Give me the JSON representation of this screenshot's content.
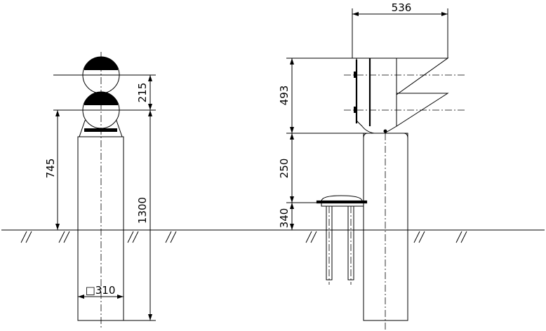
{
  "dimensions": {
    "width_top": "536",
    "height_signal": "493",
    "height_pole_gap": "250",
    "height_base": "340",
    "lamp_spacing": "215",
    "lamp_height": "745",
    "pole_depth": "1300",
    "pole_section": "□310"
  }
}
